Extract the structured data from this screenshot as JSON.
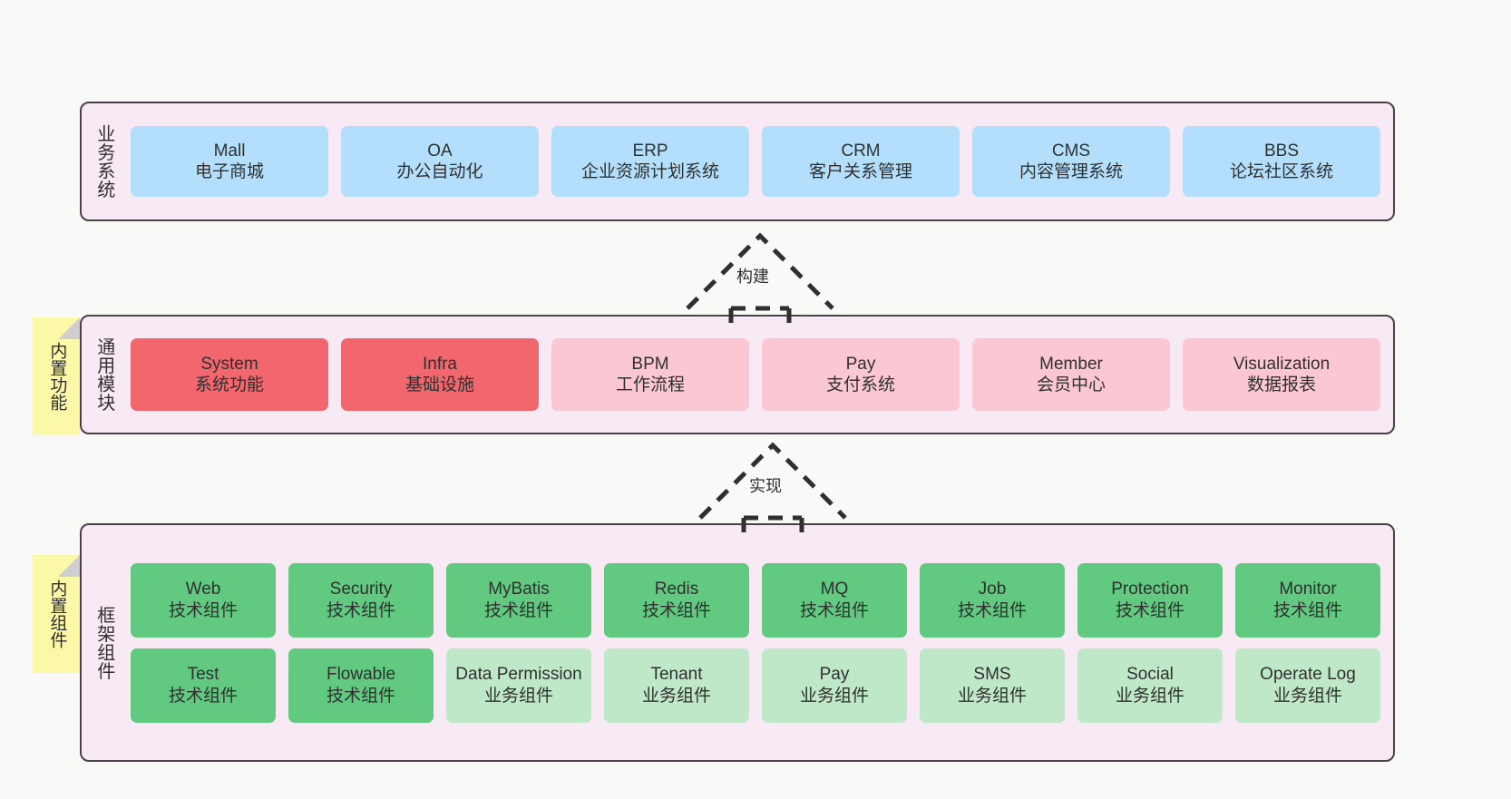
{
  "diagram": {
    "background_color": "#f9f9f8",
    "layer_fill": "#f8eaf5",
    "layer_border": "#4a4048",
    "sticky_color": "#fbf8a8"
  },
  "layers": [
    {
      "id": "business",
      "title": "业务系统",
      "rows": [
        {
          "nodes": [
            {
              "en": "Mall",
              "cn": "电子商城",
              "color": "blue"
            },
            {
              "en": "OA",
              "cn": "办公自动化",
              "color": "blue"
            },
            {
              "en": "ERP",
              "cn": "企业资源计划系统",
              "color": "blue"
            },
            {
              "en": "CRM",
              "cn": "客户关系管理",
              "color": "blue"
            },
            {
              "en": "CMS",
              "cn": "内容管理系统",
              "color": "blue"
            },
            {
              "en": "BBS",
              "cn": "论坛社区系统",
              "color": "blue"
            }
          ]
        }
      ]
    },
    {
      "id": "common",
      "title": "通用模块",
      "sticky": "内置功能",
      "rows": [
        {
          "nodes": [
            {
              "en": "System",
              "cn": "系统功能",
              "color": "red"
            },
            {
              "en": "Infra",
              "cn": "基础设施",
              "color": "red"
            },
            {
              "en": "BPM",
              "cn": "工作流程",
              "color": "pink"
            },
            {
              "en": "Pay",
              "cn": "支付系统",
              "color": "pink"
            },
            {
              "en": "Member",
              "cn": "会员中心",
              "color": "pink"
            },
            {
              "en": "Visualization",
              "cn": "数据报表",
              "color": "pink"
            }
          ]
        }
      ]
    },
    {
      "id": "framework",
      "title": "框架组件",
      "sticky": "内置组件",
      "rows": [
        {
          "nodes": [
            {
              "en": "Web",
              "cn": "技术组件",
              "color": "green"
            },
            {
              "en": "Security",
              "cn": "技术组件",
              "color": "green"
            },
            {
              "en": "MyBatis",
              "cn": "技术组件",
              "color": "green"
            },
            {
              "en": "Redis",
              "cn": "技术组件",
              "color": "green"
            },
            {
              "en": "MQ",
              "cn": "技术组件",
              "color": "green"
            },
            {
              "en": "Job",
              "cn": "技术组件",
              "color": "green"
            },
            {
              "en": "Protection",
              "cn": "技术组件",
              "color": "green"
            },
            {
              "en": "Monitor",
              "cn": "技术组件",
              "color": "green"
            }
          ]
        },
        {
          "nodes": [
            {
              "en": "Test",
              "cn": "技术组件",
              "color": "green"
            },
            {
              "en": "Flowable",
              "cn": "技术组件",
              "color": "green"
            },
            {
              "en": "Data Permission",
              "cn": "业务组件",
              "color": "lgreen"
            },
            {
              "en": "Tenant",
              "cn": "业务组件",
              "color": "lgreen"
            },
            {
              "en": "Pay",
              "cn": "业务组件",
              "color": "lgreen"
            },
            {
              "en": "SMS",
              "cn": "业务组件",
              "color": "lgreen"
            },
            {
              "en": "Social",
              "cn": "业务组件",
              "color": "lgreen"
            },
            {
              "en": "Operate Log",
              "cn": "业务组件",
              "color": "lgreen"
            }
          ]
        }
      ]
    }
  ],
  "arrows": [
    {
      "id": "build",
      "label": "构建",
      "from": "common",
      "to": "business"
    },
    {
      "id": "impl",
      "label": "实现",
      "from": "framework",
      "to": "common"
    }
  ]
}
